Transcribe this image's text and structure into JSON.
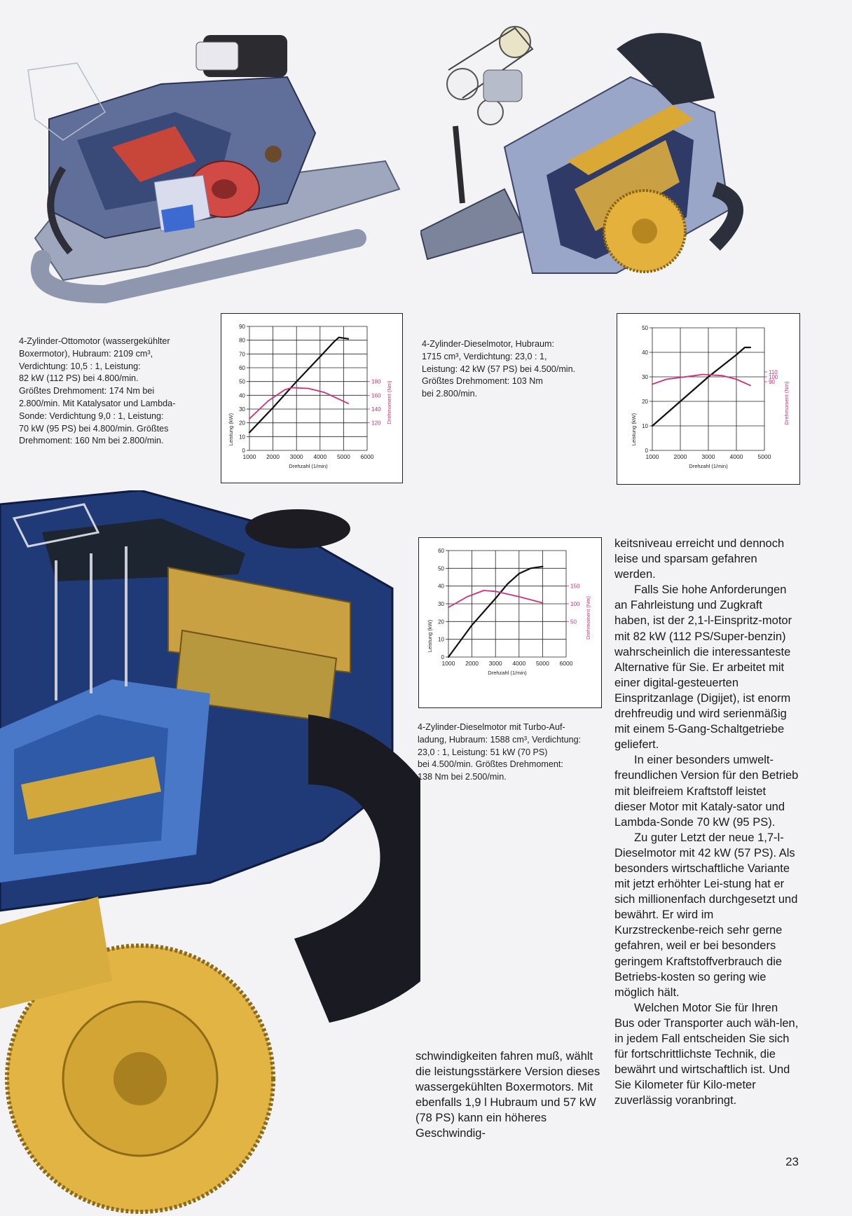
{
  "captions": {
    "otto": "4-Zylinder-Ottomotor (wassergekühlter\nBoxermotor), Hubraum: 2109 cm³,\nVerdichtung: 10,5 : 1, Leistung:\n82 kW (112 PS) bei 4.800/min.\nGrößtes Drehmoment: 174 Nm bei\n2.800/min. Mit Katalysator und Lambda-\nSonde: Verdichtung 9,0 : 1, Leistung:\n70 kW (95 PS) bei 4.800/min. Größtes\nDrehmoment: 160 Nm bei 2.800/min.",
    "diesel": "4-Zylinder-Dieselmotor, Hubraum:\n1715 cm³, Verdichtung: 23,0 : 1,\nLeistung: 42 kW (57 PS) bei 4.500/min.\nGrößtes Drehmoment: 103 Nm\nbei 2.800/min.",
    "turbo": "4-Zylinder-Dieselmotor mit Turbo-Auf-\nladung, Hubraum: 1588 cm³, Verdichtung:\n23,0 : 1, Leistung: 51 kW (70 PS)\nbei 4.500/min. Größtes Drehmoment:\n138 Nm bei 2.500/min."
  },
  "chart_data": [
    {
      "type": "line",
      "xlabel": "Drehzahl (1/min)",
      "ylabel": "Leistung (kW)",
      "y2label": "Drehmoment (Nm)",
      "xlim": [
        1000,
        6000
      ],
      "x_ticks": [
        1000,
        2000,
        3000,
        4000,
        5000,
        6000
      ],
      "ylim": [
        0,
        90
      ],
      "y_ticks": [
        0,
        10,
        20,
        30,
        40,
        50,
        60,
        70,
        80,
        90
      ],
      "y2_ticks": [
        {
          "label": "120",
          "at": 20
        },
        {
          "label": "140",
          "at": 30
        },
        {
          "label": "160",
          "at": 40
        },
        {
          "label": "180",
          "at": 50
        }
      ],
      "grid": true,
      "series": [
        {
          "axis": "y",
          "color": "#111111",
          "x": [
            1000,
            2000,
            3000,
            4000,
            4600,
            4800,
            5200
          ],
          "y": [
            13,
            31,
            50,
            68,
            79,
            82,
            81
          ]
        },
        {
          "axis": "y2",
          "color": "#d0307a",
          "x": [
            1000,
            1800,
            2500,
            2800,
            3500,
            4200,
            5200
          ],
          "y": [
            23,
            36,
            44,
            45.5,
            45,
            42,
            34
          ]
        }
      ]
    },
    {
      "type": "line",
      "xlabel": "Drehzahl (1/min)",
      "ylabel": "Leistung (kW)",
      "y2label": "Drehmoment (Nm)",
      "xlim": [
        1000,
        5000
      ],
      "x_ticks": [
        1000,
        2000,
        3000,
        4000,
        5000
      ],
      "ylim": [
        0,
        50
      ],
      "y_ticks": [
        0,
        10,
        20,
        30,
        40,
        50
      ],
      "y2_ticks": [
        {
          "label": "90",
          "at": 28
        },
        {
          "label": "100",
          "at": 30
        },
        {
          "label": "110",
          "at": 32
        }
      ],
      "grid": true,
      "series": [
        {
          "axis": "y",
          "color": "#111111",
          "x": [
            1000,
            2000,
            3000,
            4000,
            4300,
            4500
          ],
          "y": [
            10,
            20,
            30,
            39,
            42,
            42
          ]
        },
        {
          "axis": "y2",
          "color": "#d0307a",
          "x": [
            1000,
            1500,
            2500,
            2800,
            3500,
            4000,
            4500
          ],
          "y": [
            27,
            29,
            30.5,
            31,
            30.5,
            29,
            26.5
          ]
        }
      ]
    },
    {
      "type": "line",
      "xlabel": "Drehzahl (1/min)",
      "ylabel": "Leistung (kW)",
      "y2label": "Drehmoment (Nm)",
      "xlim": [
        1000,
        6000
      ],
      "x_ticks": [
        1000,
        2000,
        3000,
        4000,
        5000,
        6000
      ],
      "ylim": [
        0,
        60
      ],
      "y_ticks": [
        0,
        10,
        20,
        30,
        40,
        50,
        60
      ],
      "y2_ticks": [
        {
          "label": "50",
          "at": 20
        },
        {
          "label": "100",
          "at": 30
        },
        {
          "label": "150",
          "at": 40
        }
      ],
      "grid": true,
      "series": [
        {
          "axis": "y",
          "color": "#111111",
          "x": [
            1000,
            2000,
            3000,
            3500,
            4000,
            4500,
            5000
          ],
          "y": [
            0,
            18,
            33,
            41,
            47,
            50,
            51
          ]
        },
        {
          "axis": "y2",
          "color": "#d0307a",
          "x": [
            1000,
            1800,
            2500,
            3000,
            4000,
            5000
          ],
          "y": [
            28,
            34,
            37.5,
            37,
            34,
            30.5
          ]
        }
      ]
    }
  ],
  "text": {
    "col_left": "schwindigkeiten fahren muß, wählt die leistungsstärkere Version dieses wassergekühlten Boxermotors. Mit ebenfalls 1,9 l Hubraum und 57 kW (78 PS) kann ein höheres Geschwindig-",
    "col_right_p1": "keitsniveau erreicht und dennoch leise und sparsam gefahren werden.",
    "col_right_p2": "Falls Sie hohe Anforderungen an Fahrleistung und Zugkraft haben, ist der 2,1-l-Einspritz-motor mit 82 kW (112 PS/Super-benzin) wahrscheinlich die interessanteste Alternative für Sie. Er arbeitet mit einer digital-gesteuerten Einspritzanlage (Digijet), ist enorm drehfreudig und wird serienmäßig mit einem 5-Gang-Schaltgetriebe geliefert.",
    "col_right_p3": "In einer besonders umwelt-freundlichen Version für den Betrieb mit bleifreiem Kraftstoff leistet dieser Motor mit Kataly-sator und Lambda-Sonde 70 kW (95 PS).",
    "col_right_p4": "Zu guter Letzt der neue 1,7-l-Dieselmotor mit 42 kW (57 PS). Als besonders wirtschaftliche Variante mit jetzt erhöhter Lei-stung hat er sich millionenfach durchgesetzt und bewährt. Er wird im Kurzstreckenbe-reich sehr gerne gefahren, weil er bei besonders geringem Kraftstoffverbrauch die Betriebs-kosten so gering wie möglich hält.",
    "col_right_p5": "Welchen Motor Sie für Ihren Bus oder Transporter auch wäh-len, in jedem Fall entscheiden Sie sich für fortschrittlichste Technik, die bewährt und wirtschaftlich ist. Und Sie Kilometer für Kilo-meter zuverlässig voranbringt."
  },
  "page_number": "23"
}
